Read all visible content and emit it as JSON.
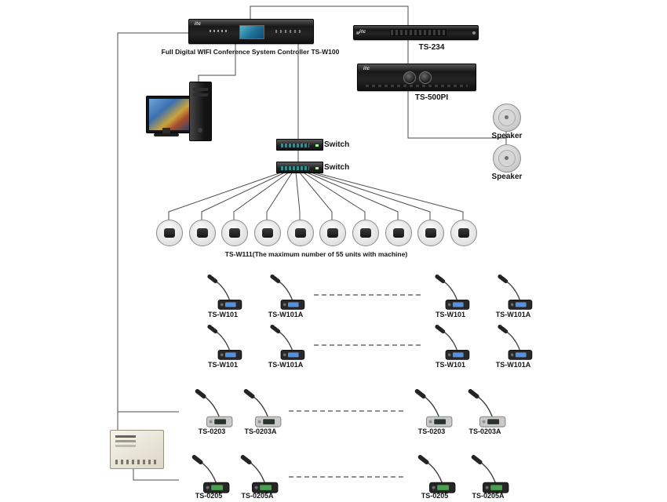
{
  "devices": {
    "controller": {
      "brand": "itc",
      "label": "Full Digital WIFI Conference System Controller TS-W100"
    },
    "ts234": {
      "brand": "itc",
      "label": "TS-234"
    },
    "ts500pi": {
      "brand": "itc",
      "label": "TS-500PI"
    },
    "speakers": [
      {
        "label": "Speaker"
      },
      {
        "label": "Speaker"
      }
    ],
    "switches": [
      {
        "label": "Switch"
      },
      {
        "label": "Switch"
      }
    ],
    "ceiling": {
      "count": 10,
      "label": "TS-W111(The maximum number of 55 units with machine)"
    }
  },
  "mics": {
    "row1": [
      "TS-W101",
      "TS-W101A",
      "TS-W101",
      "TS-W101A"
    ],
    "row2": [
      "TS-W101",
      "TS-W101A",
      "TS-W101",
      "TS-W101A"
    ],
    "row3": [
      "TS-0203",
      "TS-0203A",
      "TS-0203",
      "TS-0203A"
    ],
    "row4": [
      "TS-0205",
      "TS-0205A",
      "TS-0205",
      "TS-0205A"
    ]
  },
  "colors": {
    "wire": "#4d4d4d",
    "rack_black": "#1b1b1b",
    "lcd_teal": "#2e8fa3",
    "mic_screen_blue": "#5b8fd6",
    "mic_screen_green": "#48a14d"
  }
}
